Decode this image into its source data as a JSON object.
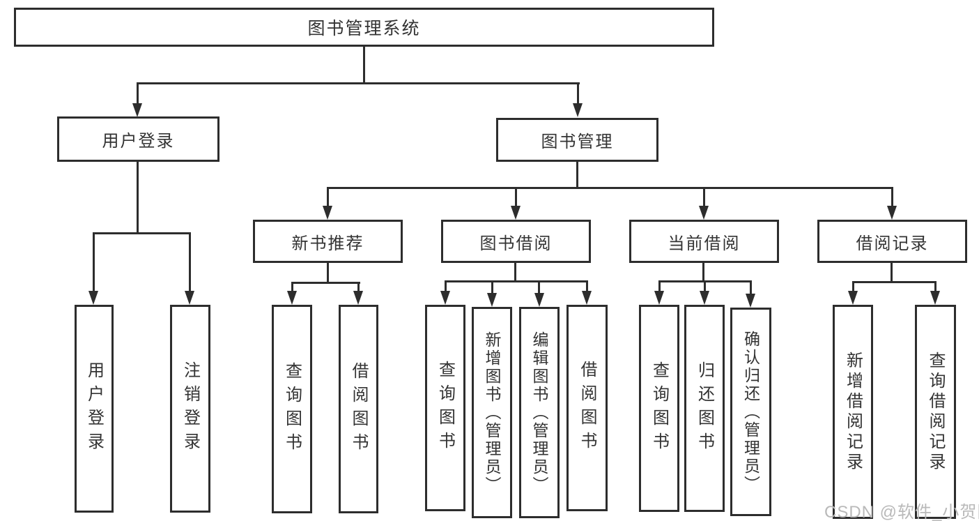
{
  "diagram": {
    "root": {
      "label": "图书管理系统"
    },
    "level2": [
      {
        "label": "用户登录"
      },
      {
        "label": "图书管理"
      }
    ],
    "level3": [
      {
        "label": "新书推荐"
      },
      {
        "label": "图书借阅"
      },
      {
        "label": "当前借阅"
      },
      {
        "label": "借阅记录"
      }
    ],
    "leaves": {
      "user_login": [
        {
          "label": "用户登录"
        },
        {
          "label": "注销登录"
        }
      ],
      "new_book_recommend": [
        {
          "label": "查询图书"
        },
        {
          "label": "借阅图书"
        }
      ],
      "book_borrow": [
        {
          "label": "查询图书"
        },
        {
          "label": "新增图书（管理员）"
        },
        {
          "label": "编辑图书（管理员）"
        },
        {
          "label": "借阅图书"
        }
      ],
      "current_borrow": [
        {
          "label": "查询图书"
        },
        {
          "label": "归还图书"
        },
        {
          "label": "确认归还（管理员）"
        }
      ],
      "borrow_record": [
        {
          "label": "新增借阅记录"
        },
        {
          "label": "查询借阅记录"
        }
      ]
    },
    "watermark": "CSDN @软件_小贺同学",
    "colors": {
      "line": "#2d2d2d",
      "text": "#333333",
      "watermark": "#b9b9b9",
      "background": "#ffffff"
    }
  }
}
